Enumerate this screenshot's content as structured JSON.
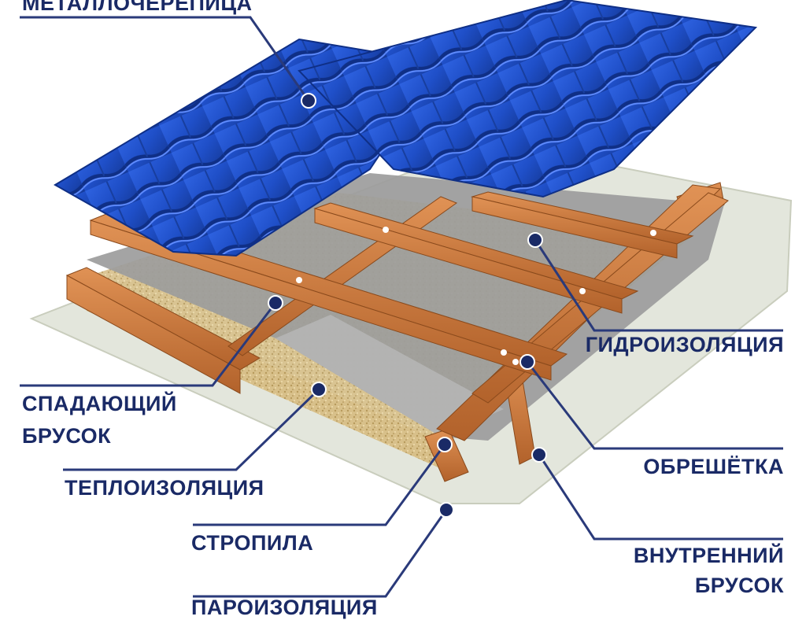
{
  "colors": {
    "label_text": "#1a2a66",
    "leader_line": "#2a3a7a",
    "roof_metal": "#1f4fc8",
    "timber": "#c8743a",
    "membrane": "#9a9a9a",
    "insulation": "#d8c08a",
    "vapor_barrier": "#e3e6dc"
  },
  "labels": {
    "metal_tile": "МЕТАЛЛОЧЕРЕПИЦА",
    "waterproofing": "ГИДРОИЗОЛЯЦИЯ",
    "falling_bar_line1": "СПАДАЮЩИЙ",
    "falling_bar_line2": "БРУСОК",
    "lathing": "ОБРЕШЁТКА",
    "thermal_insulation": "ТЕПЛОИЗОЛЯЦИЯ",
    "rafters": "СТРОПИЛА",
    "inner_bar_line1": "ВНУТРЕННИЙ",
    "inner_bar_line2": "БРУСОК",
    "vapor_barrier": "ПАРОИЗОЛЯЦИЯ"
  }
}
